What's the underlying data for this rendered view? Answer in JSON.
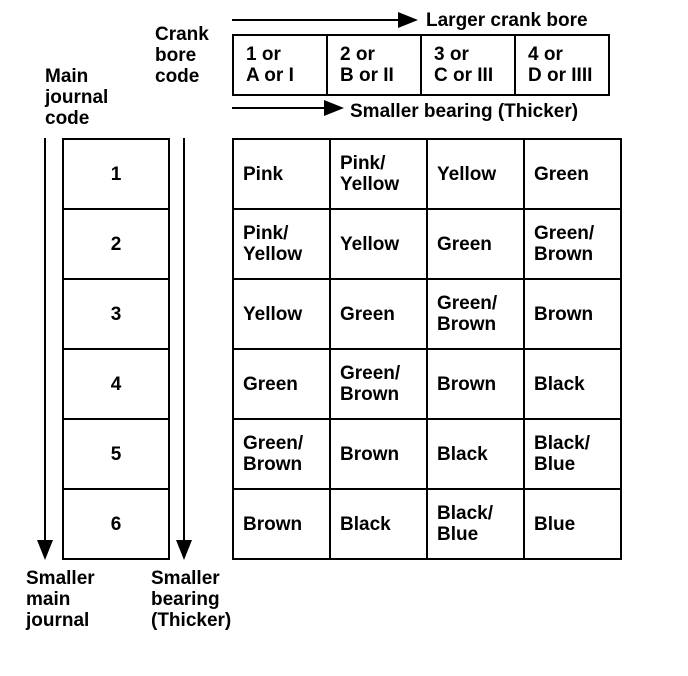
{
  "labels": {
    "crank_bore_code": "Crank\nbore\ncode",
    "main_journal_code": "Main\njournal\ncode",
    "larger_crank_bore": "Larger crank bore",
    "smaller_bearing_top": "Smaller bearing (Thicker)",
    "smaller_main_journal": "Smaller\nmain\njournal",
    "smaller_bearing_side": "Smaller\nbearing\n(Thicker)"
  },
  "crank_bore_codes": [
    "1 or\nA or I",
    "2 or\nB or II",
    "3 or\nC or III",
    "4 or\nD or IIII"
  ],
  "main_journal_codes": [
    "1",
    "2",
    "3",
    "4",
    "5",
    "6"
  ],
  "bearing_colors": [
    [
      "Pink",
      "Pink/\nYellow",
      "Yellow",
      "Green"
    ],
    [
      "Pink/\nYellow",
      "Yellow",
      "Green",
      "Green/\nBrown"
    ],
    [
      "Yellow",
      "Green",
      "Green/\nBrown",
      "Brown"
    ],
    [
      "Green",
      "Green/\nBrown",
      "Brown",
      "Black"
    ],
    [
      "Green/\nBrown",
      "Brown",
      "Black",
      "Black/\nBlue"
    ],
    [
      "Brown",
      "Black",
      "Black/\nBlue",
      "Blue"
    ]
  ]
}
